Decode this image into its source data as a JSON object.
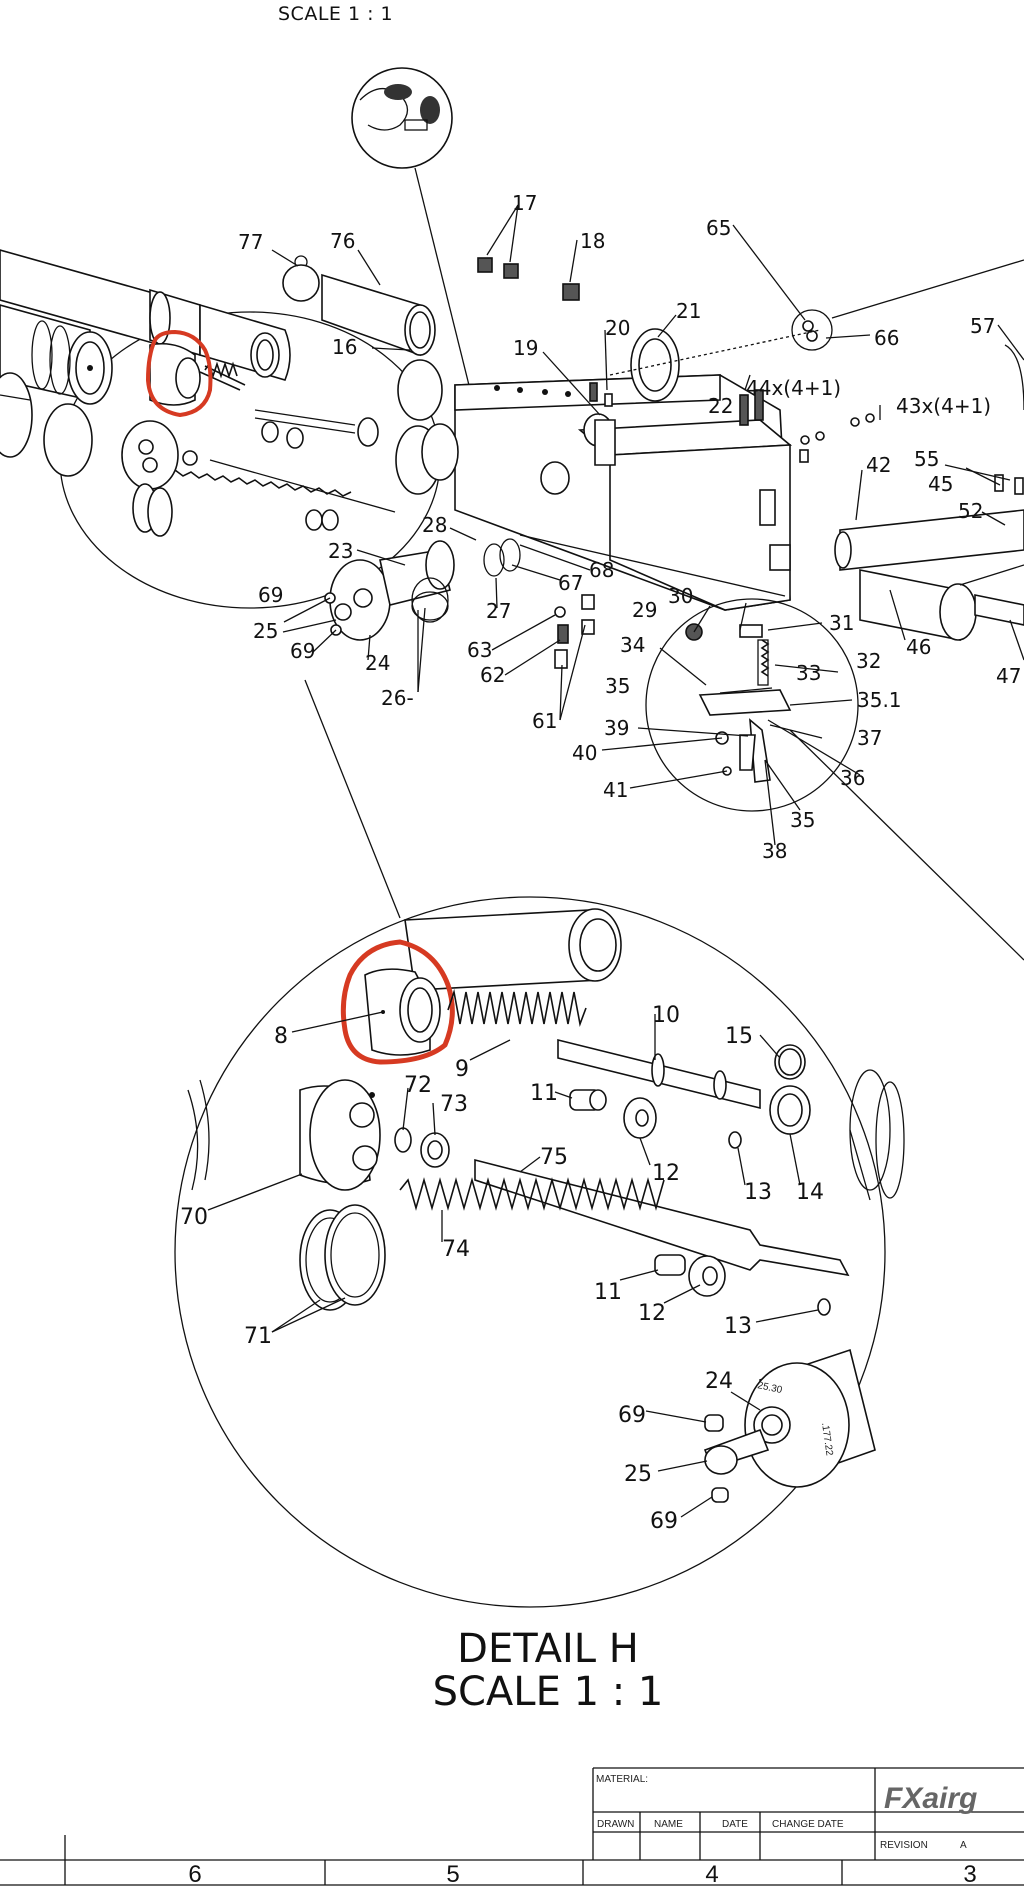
{
  "header": {
    "scale_top": "SCALE 1 : 1"
  },
  "detail": {
    "title": "DETAIL H",
    "scale": "SCALE 1 : 1"
  },
  "highlight_color": "#d63a22",
  "labels_main": [
    "77",
    "76",
    "17",
    "18",
    "65",
    "66",
    "57",
    "16",
    "19",
    "20",
    "21",
    "44x(4+1)",
    "43x(4+1)",
    "22",
    "42",
    "55",
    "45",
    "52",
    "23",
    "28",
    "27",
    "67",
    "68",
    "29",
    "30",
    "31",
    "69",
    "25",
    "69",
    "24",
    "26-",
    "63",
    "62",
    "61",
    "34",
    "33",
    "32",
    "35",
    "35.1",
    "39",
    "40",
    "37",
    "36",
    "41",
    "35",
    "38",
    "46",
    "47"
  ],
  "labels_detail": [
    "8",
    "9",
    "10",
    "15",
    "11",
    "72",
    "73",
    "12",
    "13",
    "14",
    "70",
    "75",
    "74",
    "11",
    "12",
    "13",
    "71",
    "24",
    "69",
    "25",
    "69"
  ],
  "engraving": {
    "top": "25.30",
    "side": ".177.22"
  },
  "title_block": {
    "material": "MATERIAL:",
    "drawn": "DRAWN",
    "name": "NAME",
    "date": "DATE",
    "change_date": "CHANGE DATE",
    "revision": "REVISION",
    "revision_value": "A",
    "logo": "FXairg"
  },
  "zones": [
    "6",
    "5",
    "4",
    "3"
  ]
}
